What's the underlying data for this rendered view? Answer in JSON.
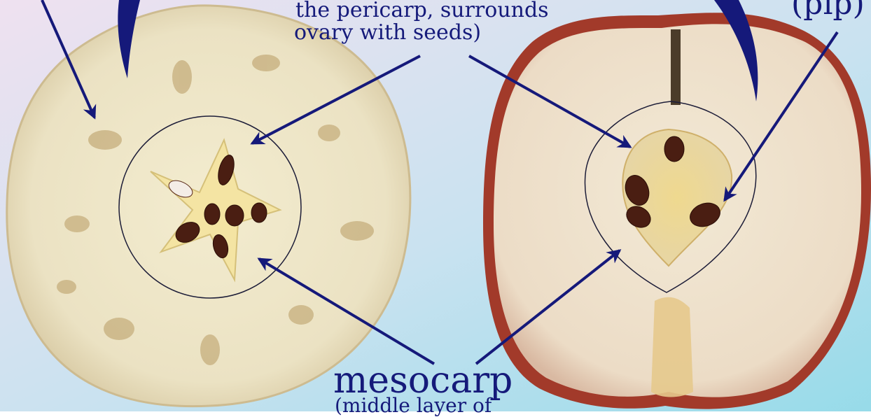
{
  "colors": {
    "background_from": "#e8dcef",
    "background_to": "#9fdbea",
    "arrow": "#15197a",
    "apple_flesh": "#ece4c6",
    "apple_skin": "#a23a2a",
    "seed": "#4a1e12",
    "core_outline": "#1d1d38"
  },
  "labels": {
    "pericarp_line1": "the pericarp, surrounds",
    "pericarp_line2": "ovary with seeds)",
    "seed_paren": "(pip)",
    "mesocarp": "mesocarp",
    "mesocarp_sub": "(middle layer of"
  },
  "images": {
    "left": "apple-cross-section",
    "right": "apple-longitudinal-section"
  }
}
